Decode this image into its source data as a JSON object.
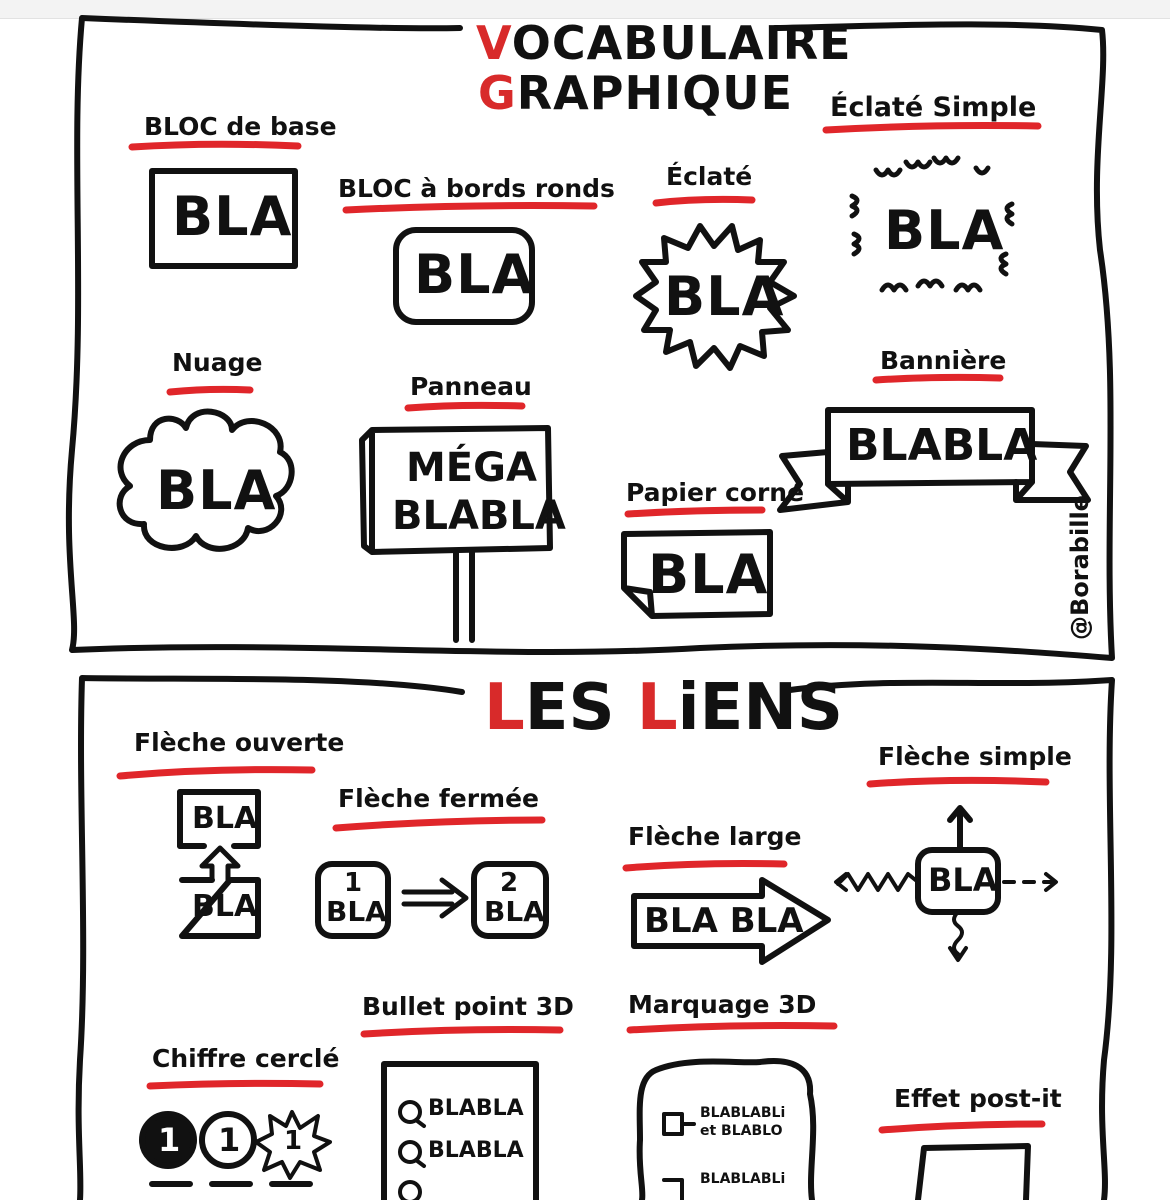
{
  "top": {
    "title_first_letter": "V",
    "title_rest": "OCABULAIRE",
    "title2_first_letter": "G",
    "title2_rest": "RAPHIQUE",
    "items": {
      "bloc_base": {
        "label": "BLOC de base",
        "text": "BLA"
      },
      "bloc_ronds": {
        "label": "BLOC à bords ronds",
        "text": "BLA"
      },
      "eclate": {
        "label": "Éclaté",
        "text": "BLA"
      },
      "eclate_simple": {
        "label": "Éclaté Simple",
        "text": "BLA"
      },
      "nuage": {
        "label": "Nuage",
        "text": "BLA"
      },
      "panneau": {
        "label": "Panneau",
        "line1": "MÉGA",
        "line2": "BLABLA"
      },
      "papier_corne": {
        "label": "Papier corné",
        "text": "BLA"
      },
      "banniere": {
        "label": "Bannière",
        "text": "BLABLA"
      }
    },
    "credit": "@Borabille"
  },
  "bottom": {
    "title_l1": "L",
    "title_es": "ES ",
    "title_l2": "L",
    "title_iens": "iENS",
    "items": {
      "fleche_ouverte": {
        "label": "Flèche ouverte",
        "top": "BLA",
        "bottom": "BLA"
      },
      "fleche_fermee": {
        "label": "Flèche fermée",
        "left_num": "1",
        "left_text": "BLA",
        "right_num": "2",
        "right_text": "BLA"
      },
      "fleche_large": {
        "label": "Flèche large",
        "text": "BLA BLA"
      },
      "fleche_simple": {
        "label": "Flèche simple",
        "text": "BLA"
      },
      "chiffre_cercle": {
        "label": "Chiffre cerclé",
        "n1": "1",
        "n2": "1",
        "n3": "1"
      },
      "bullet_3d": {
        "label": "Bullet point 3D",
        "b1": "BLABLA",
        "b2": "BLABLA"
      },
      "marquage_3d": {
        "label": "Marquage 3D",
        "m1a": "BLABLABLi",
        "m1b": "et BLABLO",
        "m2": "BLABLABLi"
      },
      "post_it": {
        "label": "Effet post-it"
      }
    }
  },
  "colors": {
    "accent": "#e0262a",
    "ink": "#111111"
  }
}
